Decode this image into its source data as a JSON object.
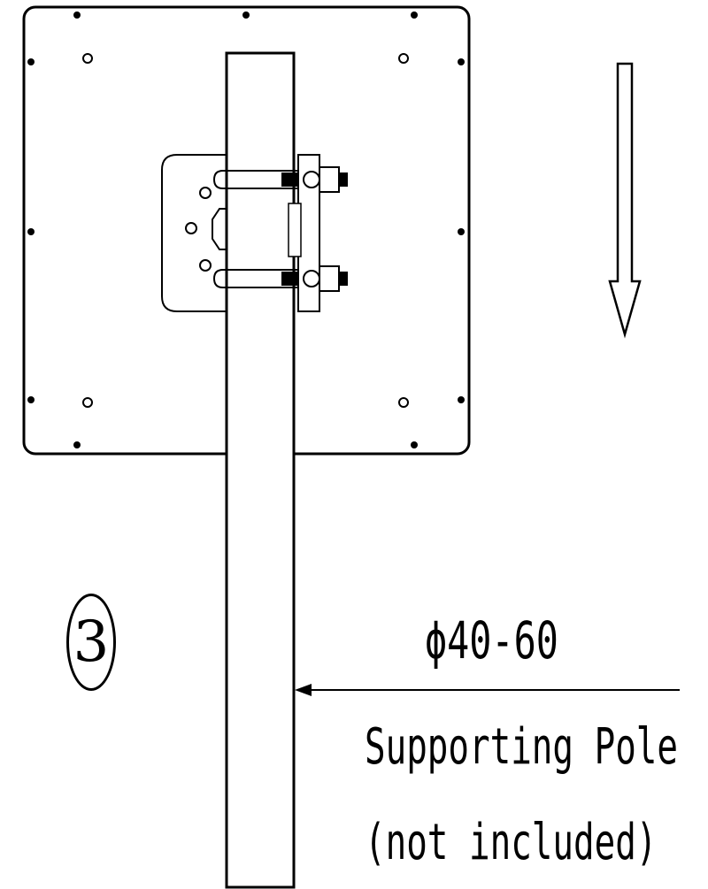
{
  "step": {
    "number": "3"
  },
  "dimension": {
    "text": "ϕ40-60"
  },
  "pole_label": {
    "line1": "Supporting Pole",
    "line2": "(not included)"
  },
  "icons": {
    "direction": "down-arrow-icon",
    "circle": "numbered-circle"
  },
  "colors": {
    "line": "#000000",
    "background": "#ffffff"
  }
}
